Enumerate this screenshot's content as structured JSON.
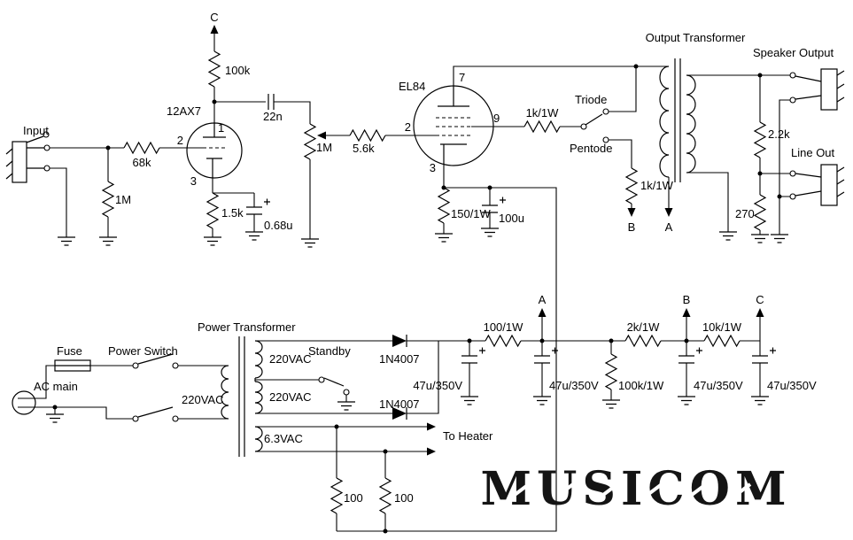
{
  "colors": {
    "background": "#ffffff",
    "ink": "#000000"
  },
  "amp": {
    "supply_c_top": "C",
    "r_plate_12ax7": "100k",
    "cap_coupling": "22n",
    "tube_v1": "12AX7",
    "v1_pin1": "1",
    "v1_pin2": "2",
    "v1_pin3": "3",
    "input_label": "Input",
    "r_grid": "68k",
    "r_input_load": "1M",
    "r_v1_cathode": "1.5k",
    "c_v1_cathode": "0.68u",
    "pot_volume": "1M",
    "r_grid_el84": "5.6k",
    "tube_v2": "EL84",
    "v2_pin2": "2",
    "v2_pin7": "7",
    "v2_pin9": "9",
    "v2_pin3": "3",
    "r_screen": "1k/1W",
    "mode_triode": "Triode",
    "mode_pentode": "Pentode",
    "r_pentode_feed": "1k/1W",
    "supply_b": "B",
    "supply_a": "A",
    "output_transformer": "Output Transformer",
    "speaker_output": "Speaker Output",
    "r_speaker_tap": "2.2k",
    "line_out": "Line Out",
    "r_line_shunt": "270",
    "r_v2_cathode": "150/1W",
    "c_v2_cathode": "100u"
  },
  "psu": {
    "fuse": "Fuse",
    "power_switch": "Power Switch",
    "ac_main": "AC main",
    "primary_voltage": "220VAC",
    "transformer": "Power Transformer",
    "secondary_hv1": "220VAC",
    "secondary_hv2": "220VAC",
    "secondary_heater": "6.3VAC",
    "standby": "Standby",
    "diode1": "1N4007",
    "diode2": "1N4007",
    "r_filter1": "100/1W",
    "cap1": "47u/350V",
    "cap2": "47u/350V",
    "cap3": "47u/350V",
    "cap4": "47u/350V",
    "r_bleeder": "100k/1W",
    "r_filter2": "2k/1W",
    "r_filter3": "10k/1W",
    "rail_a": "A",
    "rail_b": "B",
    "rail_c": "C",
    "to_heater": "To Heater",
    "r_hum1": "100",
    "r_hum2": "100"
  },
  "logo": {
    "text": "MUSICOM"
  }
}
